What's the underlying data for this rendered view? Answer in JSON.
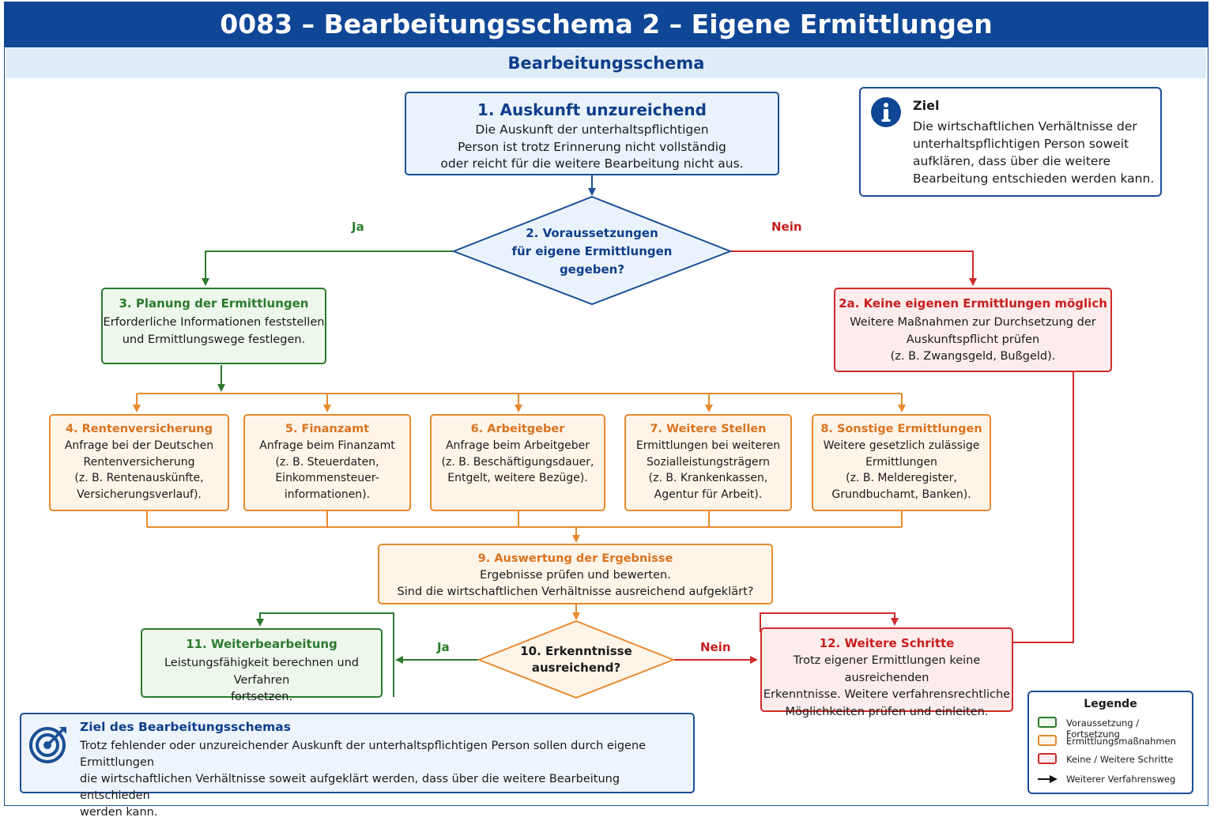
{
  "header": {
    "title": "0083 – Bearbeitungsschema 2 – Eigene Ermittlungen",
    "subtitle": "Bearbeitungsschema"
  },
  "step1": {
    "title": "1. Auskunft unzureichend",
    "lines": [
      "Die Auskunft der unterhaltspflichtigen",
      "Person ist trotz Erinnerung nicht vollständig",
      "oder reicht für die weitere Bearbeitung nicht aus."
    ]
  },
  "decision2": {
    "lines": [
      "2. Voraussetzungen",
      "für eigene Ermittlungen",
      "gegeben?"
    ],
    "yes": "Ja",
    "no": "Nein"
  },
  "step3": {
    "title": "3. Planung der Ermittlungen",
    "lines": [
      "Erforderliche Informationen feststellen",
      "und Ermittlungswege festlegen."
    ]
  },
  "step2a": {
    "title": "2a. Keine eigenen Ermittlungen möglich",
    "lines": [
      "Weitere Maßnahmen zur Durchsetzung der",
      "Auskunftspflicht prüfen",
      "(z. B. Zwangsgeld, Bußgeld)."
    ]
  },
  "measures": [
    {
      "title": "4. Rentenversicherung",
      "lines": [
        "Anfrage bei der Deutschen",
        "Rentenversicherung",
        "(z. B. Rentenauskünfte,",
        "Versicherungsverlauf)."
      ]
    },
    {
      "title": "5. Finanzamt",
      "lines": [
        "Anfrage beim Finanzamt",
        "(z. B. Steuerdaten,",
        "Einkommensteuer-",
        "informationen)."
      ]
    },
    {
      "title": "6. Arbeitgeber",
      "lines": [
        "Anfrage beim Arbeitgeber",
        "(z. B. Beschäftigungsdauer,",
        "Entgelt, weitere Bezüge)."
      ]
    },
    {
      "title": "7. Weitere Stellen",
      "lines": [
        "Ermittlungen bei weiteren",
        "Sozialleistungsträgern",
        "(z. B. Krankenkassen,",
        "Agentur für Arbeit)."
      ]
    },
    {
      "title": "8. Sonstige Ermittlungen",
      "lines": [
        "Weitere gesetzlich zulässige",
        "Ermittlungen",
        "(z. B. Melderegister,",
        "Grundbuchamt, Banken)."
      ]
    }
  ],
  "step9": {
    "title": "9. Auswertung der Ergebnisse",
    "lines": [
      "Ergebnisse prüfen und bewerten.",
      "Sind die wirtschaftlichen Verhältnisse ausreichend aufgeklärt?"
    ]
  },
  "decision10": {
    "lines": [
      "10. Erkenntnisse",
      "ausreichend?"
    ],
    "yes": "Ja",
    "no": "Nein"
  },
  "step11": {
    "title": "11. Weiterbearbeitung",
    "lines": [
      "Leistungsfähigkeit berechnen und Verfahren",
      "fortsetzen."
    ]
  },
  "step12": {
    "title": "12. Weitere Schritte",
    "lines": [
      "Trotz eigener Ermittlungen keine ausreichenden",
      "Erkenntnisse. Weitere verfahrensrechtliche",
      "Möglichkeiten prüfen und einleiten."
    ]
  },
  "info": {
    "heading": "Ziel",
    "lines": [
      "Die wirtschaftlichen Verhältnisse der",
      "unterhaltspflichtigen Person soweit",
      "aufklären, dass über die weitere",
      "Bearbeitung entschieden werden kann."
    ],
    "icon": "info-icon"
  },
  "goal": {
    "heading": "Ziel des Bearbeitungsschemas",
    "lines": [
      "Trotz fehlender oder unzureichender Auskunft der unterhaltspflichtigen Person sollen durch eigene Ermittlungen",
      "die wirtschaftlichen Verhältnisse soweit aufgeklärt werden, dass über die weitere Bearbeitung entschieden",
      "werden kann."
    ],
    "icon": "target-icon"
  },
  "legend": {
    "title": "Legende",
    "items": [
      "Voraussetzung / Fortsetzung",
      "Ermittlungsmaßnahmen",
      "Keine / Weitere Schritte",
      "Weiterer Verfahrensweg"
    ]
  },
  "colors": {
    "blue": "#0f4796",
    "green": "#2b7a2e",
    "orange": "#e68a30",
    "red": "#d02a2a"
  }
}
